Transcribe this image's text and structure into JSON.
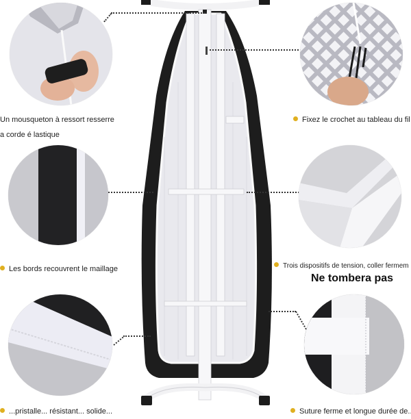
{
  "product": {
    "name": "ironing-board-cover",
    "colors": {
      "cover_black": "#1c1c1c",
      "mesh_white": "#e9e9ee",
      "frame_white": "#f4f4f6",
      "bullet_yellow": "#e0b020",
      "text": "#1e1e1e"
    }
  },
  "features": [
    {
      "id": "spring-clip",
      "position": "top-left",
      "caption_lines": [
        "Un mousqueton  à  ressort resserre",
        "a corde  é lastique"
      ],
      "has_bullet": false
    },
    {
      "id": "hook",
      "position": "top-right",
      "caption_lines": [
        "Fixez le crochet au tableau du fil"
      ],
      "has_bullet": true
    },
    {
      "id": "edges",
      "position": "middle-left",
      "caption_lines": [
        "Les bords recouvrent le maillage"
      ],
      "has_bullet": true
    },
    {
      "id": "tension",
      "position": "middle-right",
      "caption_lines": [
        "Trois dispositifs de tension, coller fermem"
      ],
      "emphasis": "Ne tombera pas",
      "has_bullet": true
    },
    {
      "id": "seam",
      "position": "bottom-left",
      "caption_lines": [
        "...pristalle... résistant... solide..."
      ],
      "has_bullet": true
    },
    {
      "id": "stitching",
      "position": "bottom-right",
      "caption_lines": [
        "Suture ferme et longue durée de..."
      ],
      "has_bullet": true
    }
  ]
}
